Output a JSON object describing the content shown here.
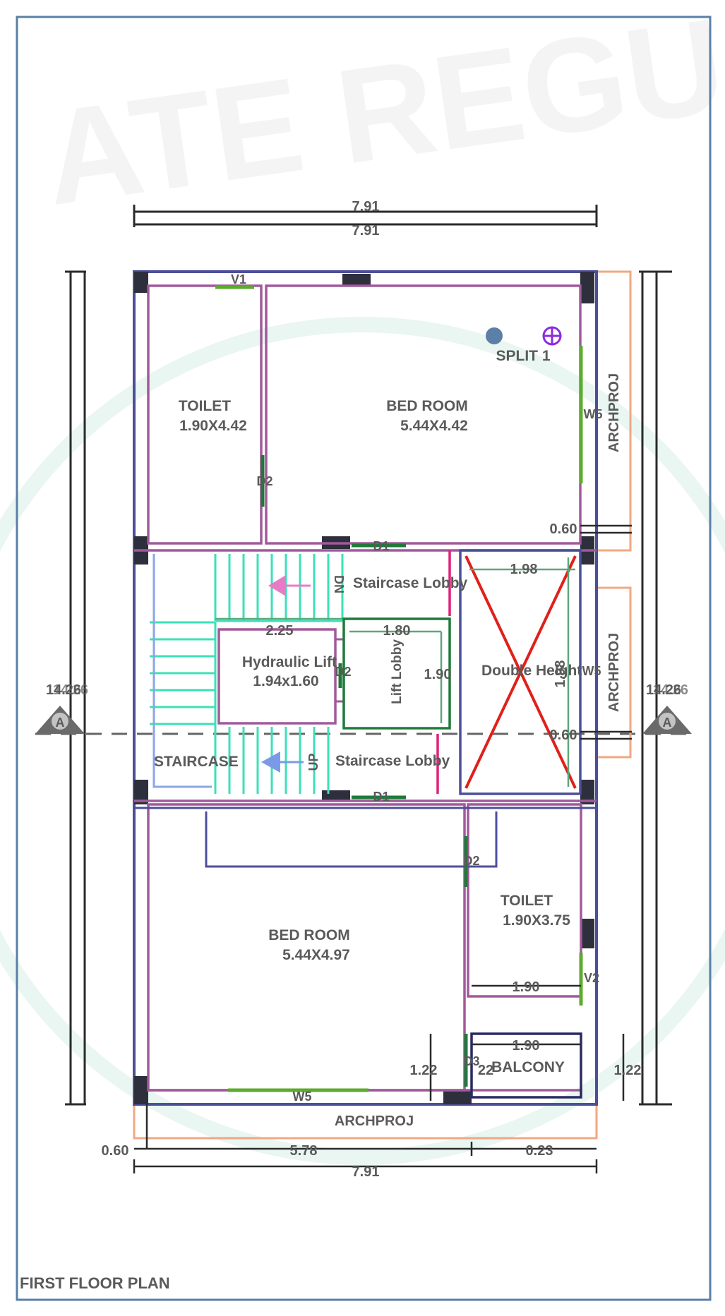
{
  "watermark": "ATE REGUL",
  "plan_title": "FIRST FLOOR PLAN",
  "colors": {
    "outer_wall": "#4b4f99",
    "inner_wall": "#a05a9a",
    "stair": "#3de0b8",
    "door": "#1f7a3a",
    "window": "#5cab2e",
    "projection": "#f0a882",
    "dimension": "#2a2a2a",
    "double_height_cross": "#e0201a",
    "lobby_wall": "#e0207a",
    "border": "#5b7fa6"
  },
  "dimensions": {
    "top_overall_1": "7.91",
    "top_overall_2": "7.91",
    "left_overall": "14.26",
    "left_overall_b": "14.26",
    "right_overall": "14.26",
    "right_overall_b": "14.26",
    "bottom_left_offset": "0.60",
    "bottom_main": "5.78",
    "bottom_right_offset": "0.23",
    "bottom_overall": "7.91",
    "proj_top": "0.60",
    "proj_mid": "0.60",
    "double_height_w": "1.98",
    "double_height_h": "1.98",
    "stair_width": "2.25",
    "lift_lobby_w": "1.80",
    "lift_lobby_h": "1.90",
    "toilet2_inner_w": "1.90",
    "balcony_w": "1.90",
    "balcony_left_h": "1.22",
    "balcony_right_h": "1.22",
    "balcony_inner": "22"
  },
  "rooms": {
    "toilet1_name": "TOILET",
    "toilet1_size": "1.90X4.42",
    "bedroom1_name": "BED ROOM",
    "bedroom1_size": "5.44X4.42",
    "split_label": "SPLIT 1",
    "staircase_lobby_top": "Staircase Lobby",
    "staircase_lobby_bottom": "Staircase Lobby",
    "hydraulic_lift_name": "Hydraulic Lift",
    "hydraulic_lift_size": "1.94x1.60",
    "lift_lobby": "Lift Lobby",
    "double_height": "Double Height",
    "staircase": "STAIRCASE",
    "bedroom2_name": "BED ROOM",
    "bedroom2_size": "5.44X4.97",
    "toilet2_name": "TOILET",
    "toilet2_size": "1.90X3.75",
    "balcony": "BALCONY"
  },
  "openings": {
    "v1": "V1",
    "v2": "V2",
    "w5_right": "W5",
    "w5_bottom": "W5",
    "w5_double": "W5",
    "d2_top": "D2",
    "d2_bottom": "D2",
    "d2_lift": "D2",
    "d3": "D3",
    "d1_top": "D1",
    "d1_bottom": "D1"
  },
  "stair_labels": {
    "dn": "DN",
    "up": "UP"
  },
  "projection_labels": {
    "right_top": "ARCHPROJ",
    "right_mid": "ARCHPROJ",
    "bottom": "ARCHPROJ"
  },
  "section_marker": "A"
}
